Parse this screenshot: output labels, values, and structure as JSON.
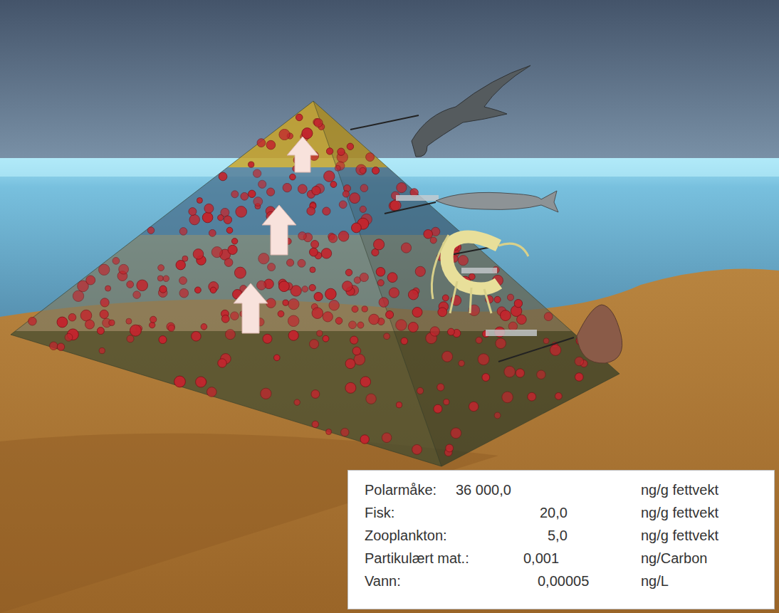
{
  "diagram": {
    "labels": [
      "Polarmåke:",
      "36 000,0",
      "ng/g fettvekt",
      "Fisk:",
      "20,0",
      "ng/g fettvekt",
      "Zooplankton:",
      "5,0",
      "ng/g fettvekt",
      "Partikulært mat.:",
      "0,001",
      "ng/Carbon",
      "Vann:",
      "0,00005",
      "ng/L"
    ]
  }
}
